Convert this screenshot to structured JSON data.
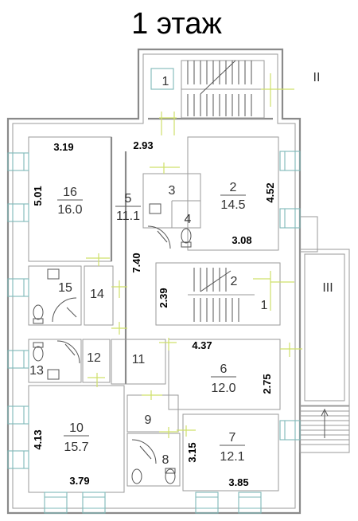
{
  "title": "1 этаж",
  "rooms": [
    {
      "id": "1-top",
      "number": "1",
      "area": ""
    },
    {
      "id": "16",
      "number": "16",
      "area": "16.0"
    },
    {
      "id": "5",
      "number": "5",
      "area": "11.1"
    },
    {
      "id": "3",
      "number": "3",
      "area": ""
    },
    {
      "id": "4",
      "number": "4",
      "area": ""
    },
    {
      "id": "2",
      "number": "2",
      "area": "14.5"
    },
    {
      "id": "15",
      "number": "15",
      "area": ""
    },
    {
      "id": "14",
      "number": "14",
      "area": ""
    },
    {
      "id": "stair-2",
      "number": "2",
      "area": ""
    },
    {
      "id": "stair-1",
      "number": "1",
      "area": ""
    },
    {
      "id": "13",
      "number": "13",
      "area": ""
    },
    {
      "id": "12",
      "number": "12",
      "area": ""
    },
    {
      "id": "11",
      "number": "11",
      "area": ""
    },
    {
      "id": "6",
      "number": "6",
      "area": "12.0"
    },
    {
      "id": "10",
      "number": "10",
      "area": "15.7"
    },
    {
      "id": "9",
      "number": "9",
      "area": ""
    },
    {
      "id": "8",
      "number": "8",
      "area": ""
    },
    {
      "id": "7",
      "number": "7",
      "area": "12.1"
    }
  ],
  "dimensions": {
    "d319": "3.19",
    "d293": "2.93",
    "d501": "5.01",
    "d452": "4.52",
    "d308": "3.08",
    "d740": "7.40",
    "d239": "2.39",
    "d437": "4.37",
    "d275": "2.75",
    "d413": "4.13",
    "d379": "3.79",
    "d315": "3.15",
    "d385": "3.85"
  },
  "entrances": {
    "upper": "II",
    "lower": "III"
  },
  "colors": {
    "walls": "#8a8a8a",
    "windows": "#7fb9b9",
    "doors": "#cfe06a"
  }
}
